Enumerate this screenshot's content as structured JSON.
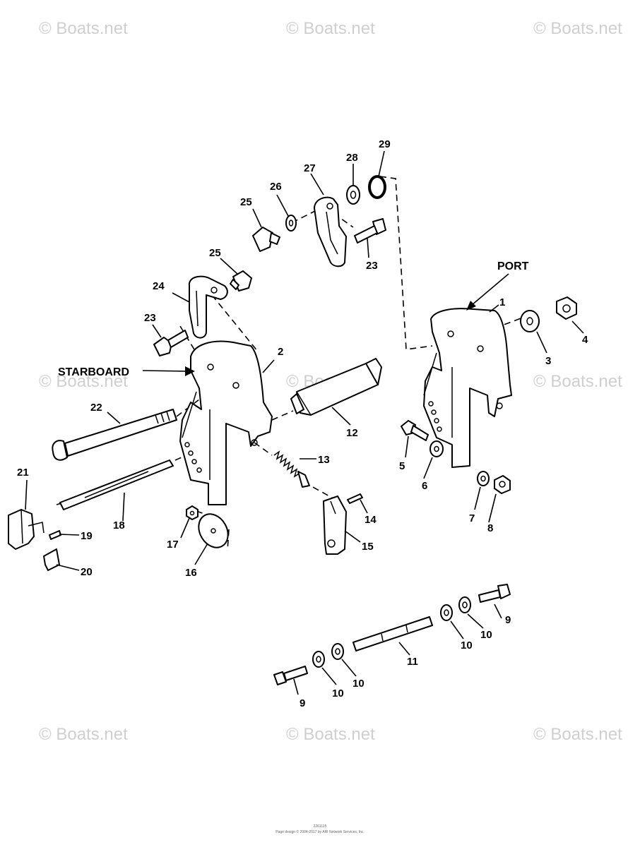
{
  "watermark": "© Boats.net",
  "labels": {
    "port": "PORT",
    "starboard": "STARBOARD"
  },
  "callouts": {
    "c1": "1",
    "c2": "2",
    "c3": "3",
    "c4": "4",
    "c5": "5",
    "c6": "6",
    "c7": "7",
    "c8": "8",
    "c9a": "9",
    "c9b": "9",
    "c10a": "10",
    "c10b": "10",
    "c10c": "10",
    "c10d": "10",
    "c11": "11",
    "c12": "12",
    "c13": "13",
    "c14": "14",
    "c15": "15",
    "c16": "16",
    "c17": "17",
    "c18": "18",
    "c19": "19",
    "c20": "20",
    "c21": "21",
    "c22": "22",
    "c23a": "23",
    "c23b": "23",
    "c24": "24",
    "c25a": "25",
    "c25b": "25",
    "c26": "26",
    "c27": "27",
    "c28": "28",
    "c29": "29"
  },
  "footer": {
    "code": "2261115",
    "copyright": "Page design © 2004-2017 by ARI Network Services, Inc."
  }
}
